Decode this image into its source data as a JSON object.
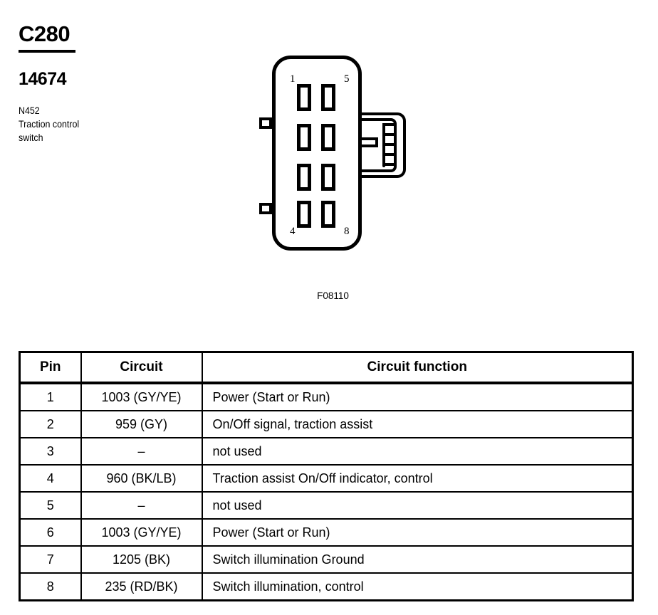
{
  "header": {
    "connector_id": "C280",
    "part_number": "14674",
    "component_code": "N452",
    "component_name_line1": "Traction control",
    "component_name_line2": "switch"
  },
  "figure": {
    "code": "F08110",
    "pin_labels": {
      "top_left": "1",
      "top_right": "5",
      "bottom_left": "4",
      "bottom_right": "8"
    },
    "slot_count": 8,
    "rows": 4,
    "columns": 2
  },
  "table": {
    "headers": {
      "pin": "Pin",
      "circuit": "Circuit",
      "function": "Circuit function"
    },
    "rows": [
      {
        "pin": "1",
        "circuit": "1003 (GY/YE)",
        "function": "Power (Start or Run)"
      },
      {
        "pin": "2",
        "circuit": "959 (GY)",
        "function": "On/Off signal, traction assist"
      },
      {
        "pin": "3",
        "circuit": "–",
        "function": "not used"
      },
      {
        "pin": "4",
        "circuit": "960 (BK/LB)",
        "function": "Traction assist On/Off indicator, control"
      },
      {
        "pin": "5",
        "circuit": "–",
        "function": "not used"
      },
      {
        "pin": "6",
        "circuit": "1003 (GY/YE)",
        "function": "Power (Start or Run)"
      },
      {
        "pin": "7",
        "circuit": "1205 (BK)",
        "function": "Switch illumination Ground"
      },
      {
        "pin": "8",
        "circuit": "235 (RD/BK)",
        "function": "Switch illumination, control"
      }
    ]
  },
  "colors": {
    "ink": "#000000",
    "paper": "#ffffff"
  }
}
